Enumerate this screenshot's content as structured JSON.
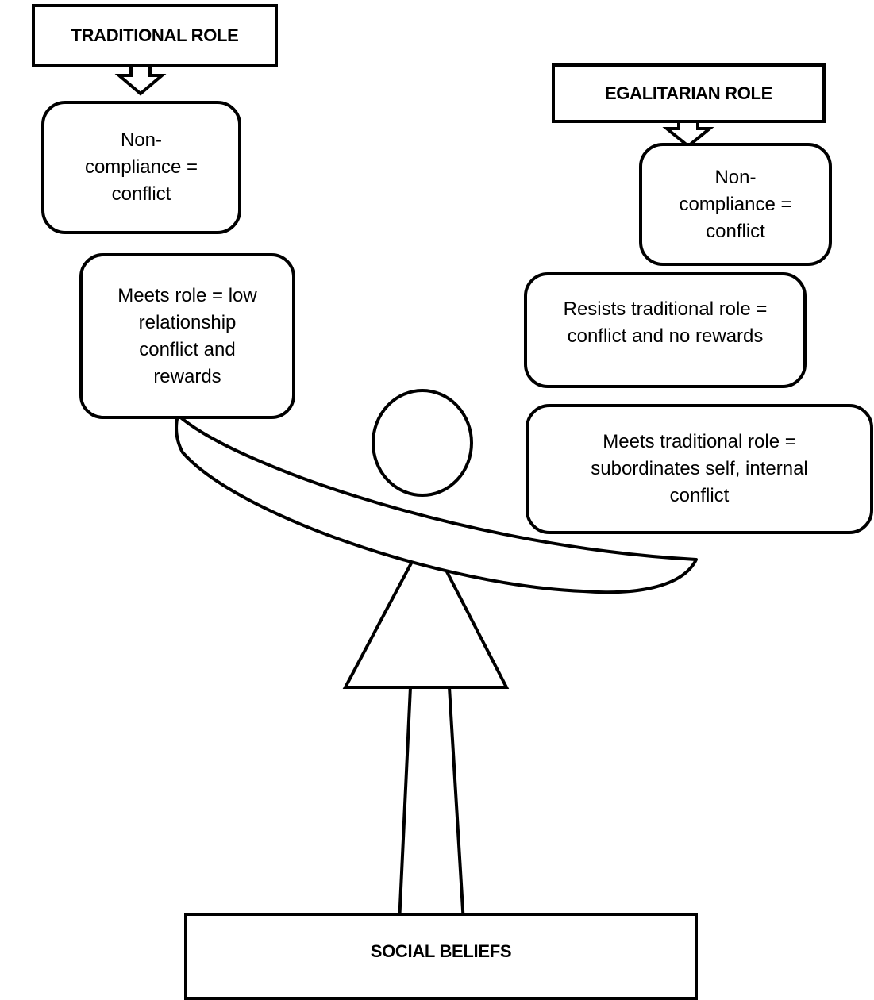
{
  "headers": {
    "traditional": "TRADITIONAL ROLE",
    "egalitarian": "EGALITARIAN ROLE",
    "social": "SOCIAL BELIEFS"
  },
  "traditional_boxes": {
    "noncompliance": [
      "Non-",
      "compliance =",
      "conflict"
    ],
    "meets": [
      "Meets role = low",
      "relationship",
      "conflict and",
      "rewards"
    ]
  },
  "egalitarian_boxes": {
    "noncompliance": [
      "Non-",
      "compliance =",
      "conflict"
    ],
    "resists": [
      "Resists traditional role =",
      "conflict and no rewards"
    ],
    "meets": [
      "Meets traditional role =",
      "subordinates self, internal",
      "conflict"
    ]
  },
  "colors": {
    "stroke": "#000000",
    "fill": "#ffffff"
  }
}
